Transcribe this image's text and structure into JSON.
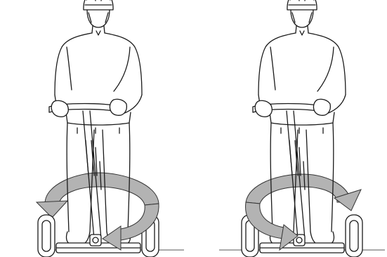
{
  "figure": {
    "panels": [
      {
        "id": "left",
        "rotation": "counter-clockwise"
      },
      {
        "id": "right",
        "rotation": "clockwise"
      }
    ],
    "colors": {
      "background": "#ffffff",
      "line": "#1a1a1a",
      "arrow_fill": "#b3b3b3",
      "arrow_stroke": "#333333"
    }
  }
}
